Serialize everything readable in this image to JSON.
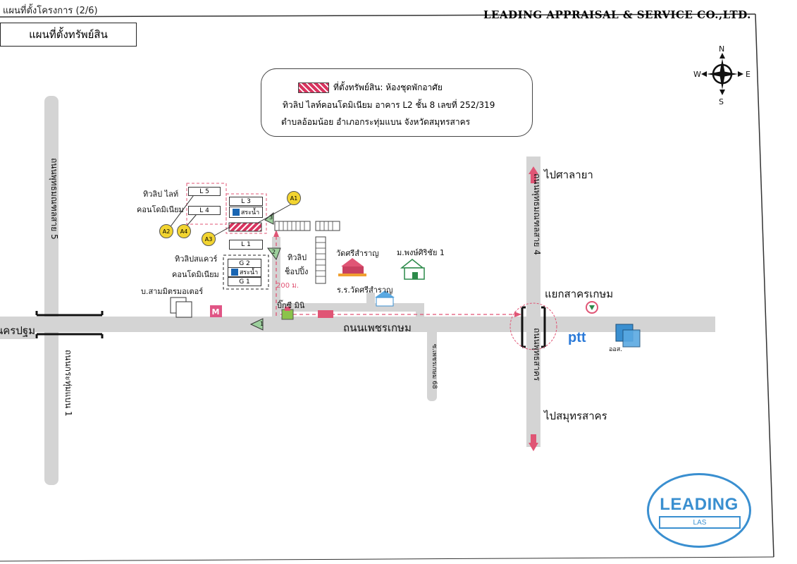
{
  "header": {
    "top_caption": "แผนที่ตั้งโครงการ (2/6)",
    "section_label": "แผนที่ตั้งทรัพย์สิน",
    "company": "LEADING APPRAISAL & SERVICE CO.,LTD."
  },
  "legend": {
    "line1": "ที่ตั้งทรัพย์สิน: ห้องชุดพักอาศัย",
    "line2": "ทิวลิป ไลท์คอนโดมิเนียม อาคาร L2 ชั้น 8 เลขที่ 252/319",
    "line3": "ตำบลอ้อมน้อย อำเภอกระทุ่มแบน จังหวัดสมุทรสาคร",
    "swatch_color": "#d8345f"
  },
  "compass": {
    "n": "N",
    "s": "S",
    "e": "E",
    "w": "W"
  },
  "roads": {
    "main": "ถนนเพชรเกษม",
    "left_upper": "ถนนพุทธมณฑลสาย 5",
    "left_lower": "ถนนกระทุ่มแบน 1",
    "right_upper": "ถนนพุทธมณฑลสาย 4",
    "right_lower": "ถนนพุทธสาคร",
    "small_soi": "ซ.เพชรเกษม 68"
  },
  "labels": {
    "nakhon_pathom": "นครปฐม",
    "to_salaya": "ไปศาลายา",
    "to_samut_sakhon": "ไปสมุทรสาคร",
    "intersection": "แยกสาครเกษม",
    "tulip_light_1": "ทิวลิป ไลท์",
    "tulip_light_2": "คอนโดมิเนียม",
    "tulip_square_1": "ทิวลิปสแควร์",
    "tulip_square_2": "คอนโดมิเนียม",
    "tulip_shop_1": "ทิวลิป",
    "tulip_shop_2": "ช็อปปิ้ง",
    "distance": "200 ม.",
    "big_c": "บิ๊กซี มินิ",
    "sammit": "บ.สามมิตรมอเตอร์",
    "wat": "วัดศรีสำราญ",
    "school": "ร.ร.วัดศรีสำราญ",
    "village": "ม.พงษ์ศิริชัย 1",
    "bank": "ออส.",
    "ptt": "ptt"
  },
  "buildings": {
    "l5": "L 5",
    "l4": "L 4",
    "l3": "L 3",
    "l1": "L 1",
    "g2": "G 2",
    "g1": "G 1",
    "pool1": "สระน้ำ",
    "pool2": "สระน้ำ"
  },
  "markers": {
    "a1": "A1",
    "a2": "A2",
    "a3": "A3",
    "a4": "A4",
    "p1": "1",
    "p2": "2",
    "p3": "3"
  },
  "logo": {
    "main": "LEADING",
    "sub": "LAS"
  },
  "colors": {
    "road": "#d4d4d4",
    "route": "#e05575",
    "accent_blue": "#3a8fd0",
    "marker_yellow": "#f2d430"
  }
}
